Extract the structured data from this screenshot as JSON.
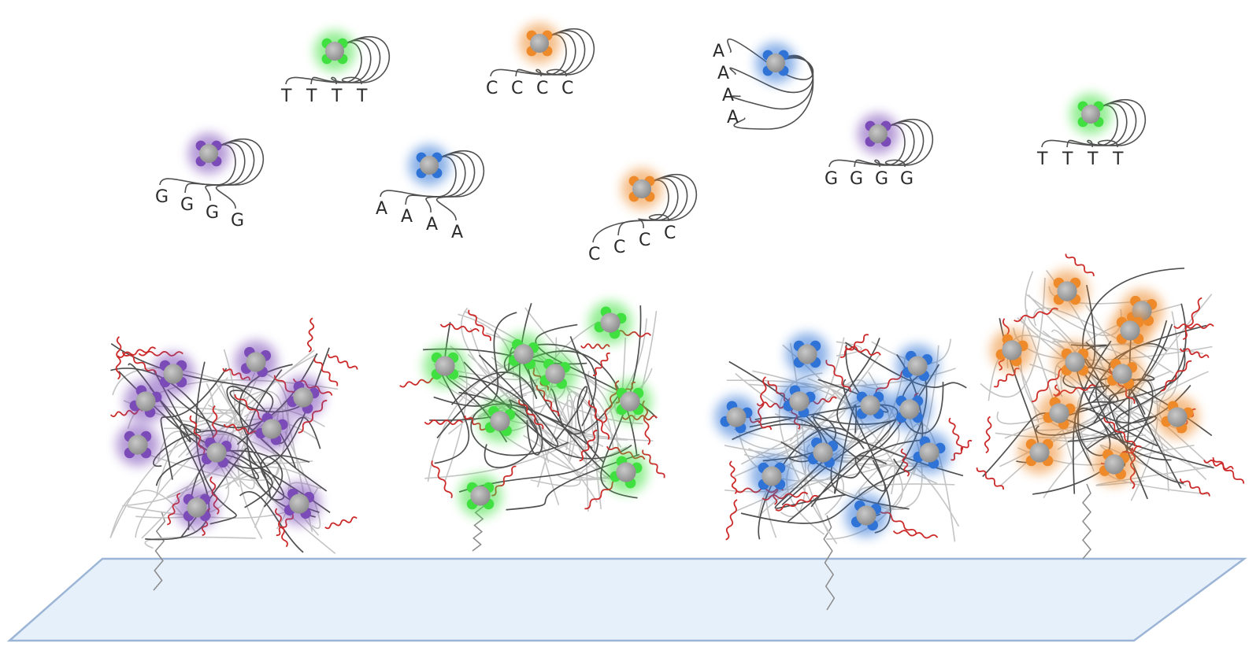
{
  "colors": {
    "purple": "#7b4bb8",
    "green": "#3fe03f",
    "orange": "#ee8a2a",
    "blue": "#2f73d6",
    "core": "#9a9a9a",
    "strand": "#505050",
    "strand_light": "#c4c4c4",
    "red_strand": "#cc2a2a",
    "substrate_fill": "#e6f0fa",
    "substrate_stroke": "#9cb5d6"
  },
  "icons": [
    "nanoparticle-icon",
    "dna-strand-icon",
    "substrate-plane-icon"
  ],
  "free_particles": [
    {
      "color": "purple",
      "bases": [
        "G",
        "G",
        "G",
        "G"
      ]
    },
    {
      "color": "green",
      "bases": [
        "T",
        "T",
        "T",
        "T"
      ]
    },
    {
      "color": "blue",
      "bases": [
        "A",
        "A",
        "A",
        "A"
      ]
    },
    {
      "color": "orange",
      "bases": [
        "C",
        "C",
        "C",
        "C"
      ]
    },
    {
      "color": "orange",
      "bases": [
        "C",
        "C",
        "C",
        "C"
      ]
    },
    {
      "color": "blue",
      "bases": [
        "A",
        "A",
        "A",
        "A"
      ]
    },
    {
      "color": "purple",
      "bases": [
        "G",
        "G",
        "G",
        "G"
      ]
    },
    {
      "color": "green",
      "bases": [
        "T",
        "T",
        "T",
        "T"
      ]
    }
  ],
  "assemblies": [
    {
      "color": "purple",
      "particle_count": 9
    },
    {
      "color": "green",
      "particle_count": 8
    },
    {
      "color": "blue",
      "particle_count": 10
    },
    {
      "color": "orange",
      "particle_count": 10
    }
  ]
}
